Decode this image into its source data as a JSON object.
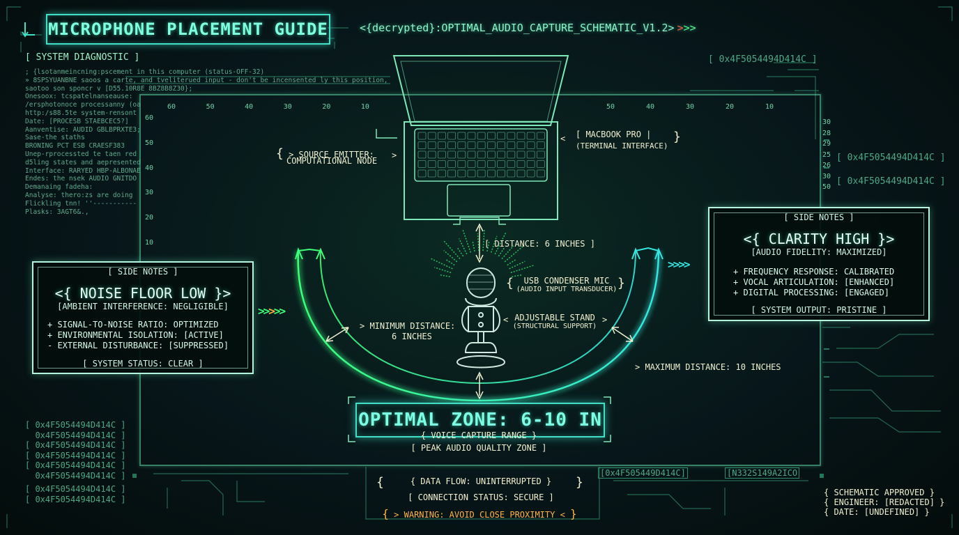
{
  "header": {
    "title": "MICROPHONE PLACEMENT GUIDE",
    "tag": "<{decrypted}:OPTIMAL_AUDIO_CAPTURE_SCHEMATIC_V1.2>",
    "tag_arrows_red": ">",
    "tag_arrows_green": ">>",
    "hex_top_right": "[ 0x4F5054494D414C ]"
  },
  "system_diagnostic": {
    "label": "[ SYSTEM DIAGNOSTIC ]",
    "log": "; {lsotanmeincning:pscement in this computer (status-OFF-32)\n» 8SPSYUANBNE saoos a carte, and tveliterued input - don't be incensented ly this position,\nsaotoo son sponcr v [D55.10R8E 8BZ8B8Z30};\nOnesoox: tcspatelnanseause:\n/ersphotonoce processanny (oa\nhttp:/s88.5te system-rensont\nDate: [PROCESB STAEBCEC5?]\nAanventise: AUDID GBLBPRXTE3;\nSase-the staths\nBRONING PCT ESB CRAESF383\nUnep-rprocessted te taen red\nd5ling states and aepresented\nInterface: RARYED HBP-ALBONAE\nEndes: the nsek AUDIO GNITDO\nDemanaing fadeha:\nAnalyse: thero:zs are doing\nFlickling tnn! ''-----------\nPlasks: 3AGT6&.,"
  },
  "hex_list_left": [
    "[ 0x4F5054494D414C ]",
    "  0x4F5054494D414C ]",
    "[ 0x4F5054494D414C ]",
    "[ 0x4F5054494D414C ]",
    "[ 0x4F5054494D414C ]",
    "  0x4F5054494D414C ]"
  ],
  "hex_list_left_bottom": [
    "[ 0x4F5054494D414C ]",
    "[ 0x4F5054494D414C ]"
  ],
  "hex_right": [
    "[ 0x4F5054494D414C ]",
    "[ 0x4F5054494D414C ]"
  ],
  "ruler_top_left": [
    "60",
    "50",
    "40",
    "30",
    "20",
    "10"
  ],
  "ruler_top_right": [
    "50",
    "40",
    "30",
    "20",
    "10"
  ],
  "ruler_left": [
    "60",
    "50",
    "40",
    "30",
    "20",
    "10"
  ],
  "ruler_right": [
    "30",
    "28",
    "29",
    "25",
    "26",
    "30",
    "50"
  ],
  "laptop": {
    "source_label": "> SOURCE EMITTER:",
    "source_sub": "COMPUTATIONAL NODE",
    "name": "[ MACBOOK PRO |",
    "name_sub": "(TERMINAL INTERFACE)"
  },
  "labels": {
    "distance": "[ DISTANCE: 6 INCHES ]",
    "mic_name": "USB CONDENSER MIC",
    "mic_sub": "(AUDIO INPUT TRANSDUCER)",
    "stand_name": "ADJUSTABLE STAND",
    "stand_sub": "(STRUCTURAL SUPPORT)",
    "min_dist": "> MINIMUM DISTANCE:",
    "min_dist_sub": "6 INCHES",
    "max_dist": "> MAXIMUM DISTANCE: 10 INCHES"
  },
  "left_panel": {
    "head": "[ SIDE NOTES ]",
    "title": "<{ NOISE FLOOR LOW }>",
    "sub": "[AMBIENT INTERFERENCE: NEGLIGIBLE]",
    "items": [
      "+ SIGNAL-TO-NOISE RATIO: OPTIMIZED",
      "+ ENVIRONMENTAL ISOLATION: [ACTIVE]",
      "- EXTERNAL DISTURBANCE: [SUPPRESSED]"
    ],
    "status": "[ SYSTEM STATUS: CLEAR ]"
  },
  "right_panel": {
    "head": "[ SIDE NOTES ]",
    "title": "<{ CLARITY HIGH }>",
    "sub": "[AUDIO FIDELITY: MAXIMIZED]",
    "items": [
      "+ FREQUENCY RESPONSE: CALIBRATED",
      "+ VOCAL ARTICULATION: [ENHANCED]",
      "+ DIGITAL PROCESSING: [ENGAGED]"
    ],
    "status": "[ SYSTEM OUTPUT: PRISTINE ]"
  },
  "zone": {
    "title": "OPTIMAL ZONE: 6-10 IN",
    "sub1": "{ VOICE CAPTURE RANGE }",
    "sub2": "[ PEAK AUDIO QUALITY ZONE ]"
  },
  "footer": {
    "flow": "{ DATA FLOW: UNINTERRUPTED }",
    "connection": "[ CONNECTION STATUS: SECURE ]",
    "warning": "> WARNING: AVOID CLOSE PROXIMITY <",
    "hex_a": "[0x4F505449D414C]",
    "hex_b": "[N332S149A2ICO",
    "approved": "{  SCHEMATIC APPROVED  }",
    "engineer": "{  ENGINEER: [REDACTED] }",
    "date": "{  DATE: [UNDEFINED]   }"
  },
  "colors": {
    "accent": "#3fe0c6",
    "arc": "#39f08c",
    "warn": "#ffb347",
    "text": "#7fe7b8"
  }
}
